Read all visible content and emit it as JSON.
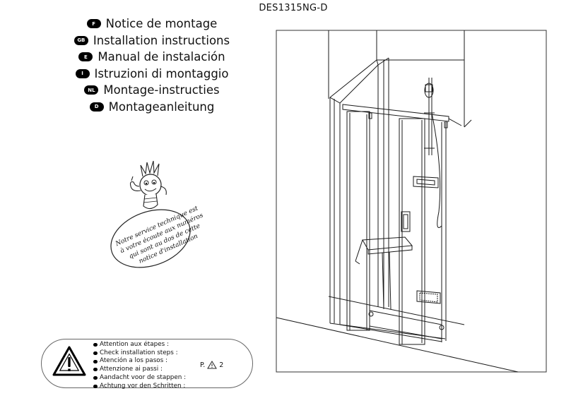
{
  "document": {
    "code": "DES1315NG-D"
  },
  "languages": [
    {
      "badge": "F",
      "title": "Notice de montage"
    },
    {
      "badge": "GB",
      "title": "Installation instructions"
    },
    {
      "badge": "E",
      "title": "Manual de instalación"
    },
    {
      "badge": "I",
      "title": "Istruzioni di montaggio"
    },
    {
      "badge": "NL",
      "title": "Montage-instructies"
    },
    {
      "badge": "D",
      "title": "Montageanleitung"
    }
  ],
  "service_stamp": {
    "lines": [
      "Notre service technique est",
      "à votre écoute aux numéros",
      "qui sont au dos de cette",
      "notice d'installation"
    ]
  },
  "attention": {
    "icon": "warning-triangle-icon",
    "items": [
      "Attention aux étapes :",
      "Check installation steps :",
      "Atención a los pasos :",
      "Attenzione ai passi :",
      "Aandacht voor de stappen :",
      "Achtung vor den Schritten :"
    ],
    "page_prefix": "P.",
    "page_number": "2"
  }
}
